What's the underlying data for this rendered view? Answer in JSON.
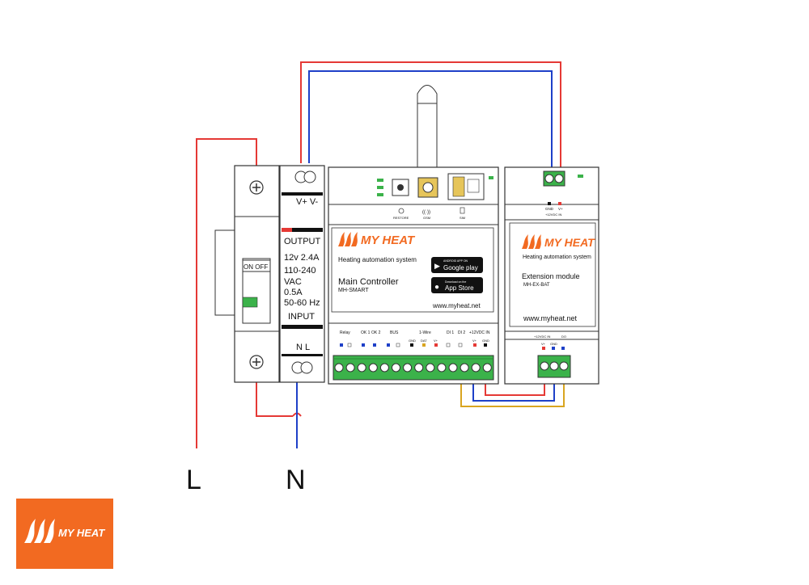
{
  "power_supply": {
    "top_terminals": "V+  V-",
    "output": "OUTPUT",
    "rating": "12v 2.4A",
    "input_voltage": "110-240",
    "input_voltage_unit": "VAC",
    "current": "0.5A",
    "frequency": "50-60 Hz",
    "input": "INPUT",
    "bottom_terminals": "N   L"
  },
  "breaker": {
    "switch_label": "ON OFF"
  },
  "main_controller": {
    "brand": "MY HEAT",
    "subtitle": "Heating automation system",
    "name": "Main Controller",
    "model": "MH-SMART",
    "url": "www.myheat.net",
    "google_play_small": "ANDROID APP ON",
    "google_play": "Google play",
    "app_store_small": "Download on the",
    "app_store": "App Store",
    "top_labels": {
      "restore": "RESTORE",
      "gsm": "GSM",
      "sim": "SIM"
    },
    "terminal_labels": {
      "relay": "Relay",
      "ok1": "OK 1",
      "ok2": "OK 2",
      "bus": "BUS",
      "onewire": "1-Wire",
      "gnd": "GND",
      "dat": "DAT",
      "vplus": "V+",
      "di1": "DI 1",
      "di2": "DI 2",
      "dcin": "+12VDC IN",
      "vplus2": "V+",
      "gnd2": "GND"
    }
  },
  "extension_module": {
    "brand": "MY HEAT",
    "subtitle": "Heating automation system",
    "name": "Extension module",
    "model": "MH-EX-BAT",
    "url": "www.myheat.net",
    "top_terminal_labels": {
      "gnd": "GND",
      "vplus": "V+",
      "dcin": "+12VDC IN"
    },
    "bottom_terminal_labels": {
      "dcin": "+12VDC IN",
      "vplus": "V+",
      "gnd": "GND",
      "do": "DO"
    }
  },
  "wire_labels": {
    "line": "L",
    "neutral": "N"
  },
  "corner_logo": {
    "brand": "MY HEAT"
  },
  "colors": {
    "brand_orange": "#f26a21",
    "wire_red": "#e53935",
    "wire_blue": "#1e40c8",
    "wire_yellow": "#d9a520",
    "terminal_green": "#3bb24a"
  }
}
